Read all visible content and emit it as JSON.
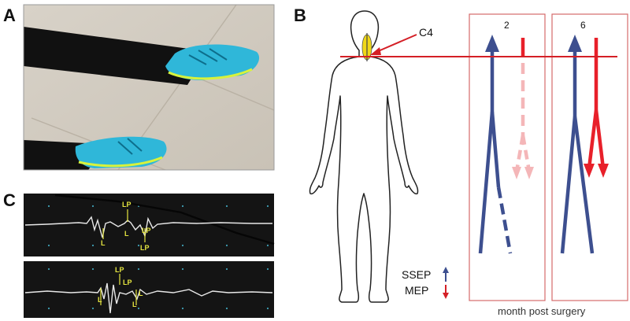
{
  "panels": {
    "a": {
      "label": "A"
    },
    "b": {
      "label": "B"
    },
    "c": {
      "label": "C"
    }
  },
  "spine_level": "C4",
  "timepoints": [
    "2",
    "6"
  ],
  "legend": {
    "ssep": "SSEP",
    "mep": "MEP"
  },
  "footer": "month post surgery",
  "eeg_markers": {
    "top": [
      "LP",
      "L",
      "LP",
      "L",
      "LP"
    ],
    "bottom": [
      "LP",
      "L",
      "L",
      "LP",
      "L"
    ]
  },
  "colors": {
    "ssep": "#3d4f8f",
    "mep": "#e8202a",
    "mep_faded": "#f4b6b8",
    "box_border": "#d46a6a",
    "eeg_bg": "#141414",
    "eeg_marker": "#e6e640",
    "level_line": "#d41f26",
    "spinal_highlight": "#f0d817"
  }
}
